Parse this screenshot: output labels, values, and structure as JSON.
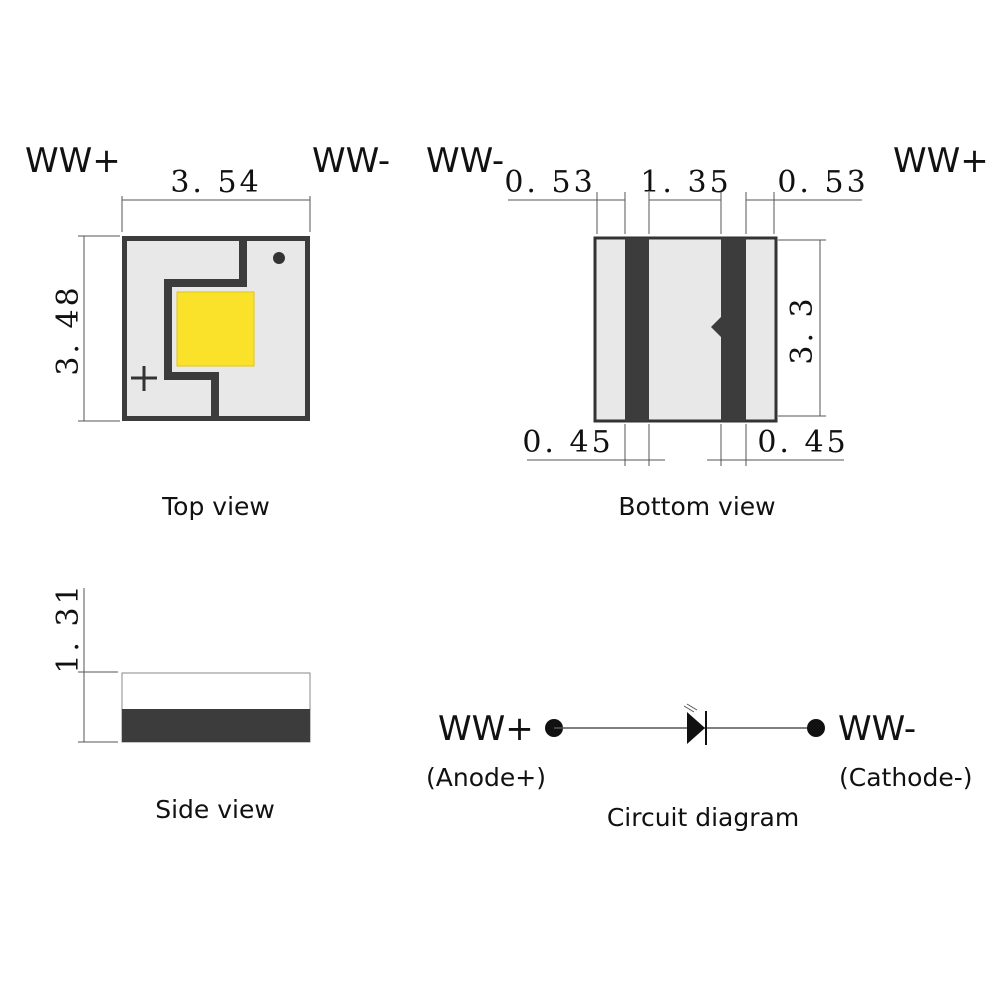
{
  "colors": {
    "pad": "#3c3c3c",
    "body": "#e8e8e8",
    "emitter": "#fbe22a",
    "line": "#555555",
    "text": "#111111"
  },
  "top_view": {
    "caption": "Top view",
    "label_left": "WW+",
    "label_right": "WW-",
    "width_dim": "3. 54",
    "height_dim": "3. 48",
    "plus_mark": "+"
  },
  "bottom_view": {
    "caption": "Bottom view",
    "label_left": "WW-",
    "label_right": "WW+",
    "dim_left_gap": "0. 53",
    "dim_center": "1. 35",
    "dim_right_gap": "0. 53",
    "dim_height": "3. 3",
    "dim_pad_left": "0. 45",
    "dim_pad_right": "0. 45"
  },
  "side_view": {
    "caption": "Side view",
    "height_dim": "1. 31"
  },
  "circuit": {
    "caption": "Circuit diagram",
    "anode_label": "WW+",
    "anode_sub": "(Anode+)",
    "cathode_label": "WW-",
    "cathode_sub": "(Cathode-)"
  }
}
